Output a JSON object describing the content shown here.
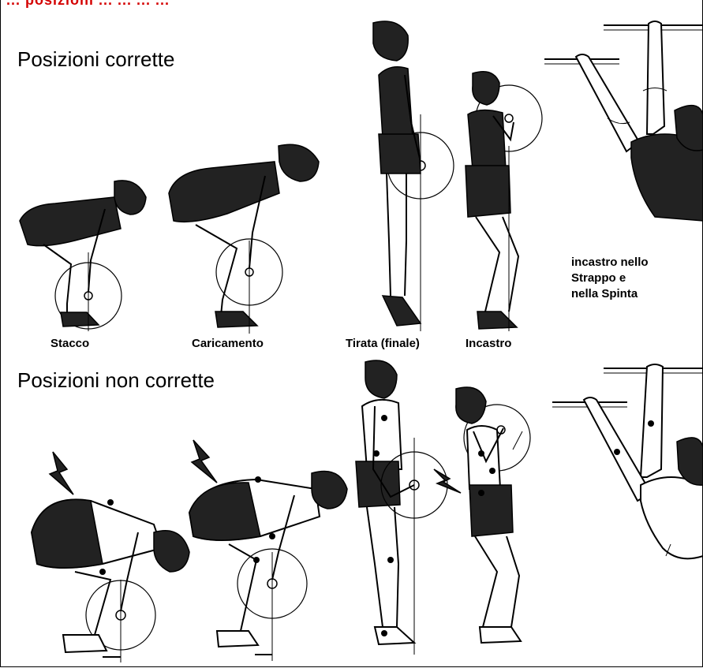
{
  "header_strip": "... posizioni ... ... ... ...",
  "sections": {
    "correct_title": "Posizioni corrette",
    "incorrect_title": "Posizioni non corrette"
  },
  "captions": {
    "stacco": "Stacco",
    "caricamento": "Caricamento",
    "tirata": "Tirata (finale)",
    "incastro": "Incastro"
  },
  "note": {
    "line1": "incastro nello",
    "line2": "Strappo e",
    "line3": "nella Spinta"
  },
  "colors": {
    "header": "#d40000",
    "ink": "#000000",
    "fill_dark": "#222222"
  }
}
